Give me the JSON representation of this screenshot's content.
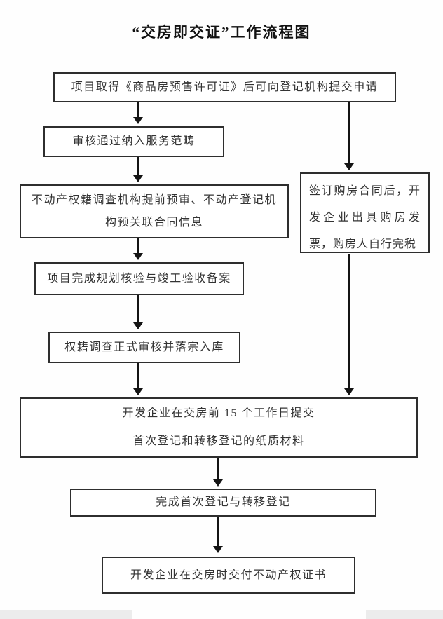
{
  "page": {
    "title": "“交房即交证”工作流程图"
  },
  "nodes": [
    {
      "id": "apply",
      "label": "项目取得《商品房预售许可证》后可向登记机构提交申请"
    },
    {
      "id": "review",
      "label": "审核通过纳入服务范畴"
    },
    {
      "id": "presurvey",
      "label": "不动产权籍调查机构提前预审、不动产登记机构预关联合同信息"
    },
    {
      "id": "acceptance",
      "label": "项目完成规划核验与竣工验收备案"
    },
    {
      "id": "survey-final",
      "label": "权籍调查正式审核并落宗入库"
    },
    {
      "id": "contract-tax",
      "label": "签订购房合同后，开发企业出具购房发票，购房人自行完税"
    },
    {
      "id": "submit-materials",
      "label": "开发企业在交房前 15 个工作日提交\n首次登记和转移登记的纸质材料"
    },
    {
      "id": "registration",
      "label": "完成首次登记与转移登记"
    },
    {
      "id": "deliver-cert",
      "label": "开发企业在交房时交付不动产权证书"
    }
  ],
  "colors": {
    "box_border": "#2e2e2e",
    "arrow": "#141414",
    "text": "#333333",
    "background": "#ffffff"
  }
}
